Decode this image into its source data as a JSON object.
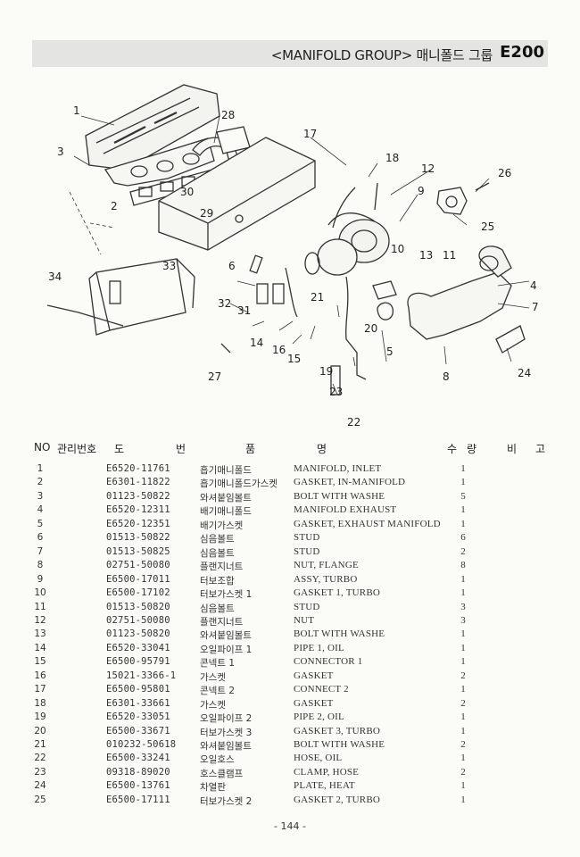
{
  "header": {
    "title": "<MANIFOLD GROUP> 매니폴드 그룹",
    "code": "E200"
  },
  "diagram": {
    "callouts": [
      "1",
      "2",
      "3",
      "4",
      "5",
      "6",
      "7",
      "8",
      "9",
      "10",
      "11",
      "12",
      "13",
      "14",
      "15",
      "16",
      "17",
      "18",
      "19",
      "20",
      "21",
      "22",
      "23",
      "24",
      "25",
      "26",
      "27",
      "28",
      "29",
      "30",
      "31",
      "32",
      "33",
      "34"
    ]
  },
  "table": {
    "headers": {
      "no": "NO",
      "mgmt": "관리번호",
      "do": "도",
      "beon": "번",
      "pum": "품",
      "myeong": "명",
      "su": "수",
      "ryang": "량",
      "bi": "비",
      "go": "고"
    },
    "rows": [
      {
        "no": "1",
        "part": "E6520-11761",
        "kor": "흡기매니폴드",
        "eng": "MANIFOLD, INLET",
        "qty": "1"
      },
      {
        "no": "2",
        "part": "E6301-11822",
        "kor": "흡기매니폴드가스켓",
        "eng": "GASKET, IN-MANIFOLD",
        "qty": "1"
      },
      {
        "no": "3",
        "part": "01123-50822",
        "kor": "와셔붙임볼트",
        "eng": "BOLT WITH WASHE",
        "qty": "5"
      },
      {
        "no": "4",
        "part": "E6520-12311",
        "kor": "배기매니폴드",
        "eng": "MANIFOLD EXHAUST",
        "qty": "1"
      },
      {
        "no": "5",
        "part": "E6520-12351",
        "kor": "배기가스켓",
        "eng": "GASKET, EXHAUST MANIFOLD",
        "qty": "1"
      },
      {
        "no": "6",
        "part": "01513-50822",
        "kor": "심음볼트",
        "eng": "STUD",
        "qty": "6"
      },
      {
        "no": "7",
        "part": "01513-50825",
        "kor": "심음볼트",
        "eng": "STUD",
        "qty": "2"
      },
      {
        "no": "8",
        "part": "02751-50080",
        "kor": "플랜지너트",
        "eng": "NUT, FLANGE",
        "qty": "8"
      },
      {
        "no": "9",
        "part": "E6500-17011",
        "kor": "터보조합",
        "eng": "ASSY, TURBO",
        "qty": "1"
      },
      {
        "no": "10",
        "part": "E6500-17102",
        "kor": "터보가스켓 1",
        "eng": "GASKET 1, TURBO",
        "qty": "1"
      },
      {
        "no": "11",
        "part": "01513-50820",
        "kor": "심음볼트",
        "eng": "STUD",
        "qty": "3"
      },
      {
        "no": "12",
        "part": "02751-50080",
        "kor": "플랜지너트",
        "eng": "NUT",
        "qty": "3"
      },
      {
        "no": "13",
        "part": "01123-50820",
        "kor": "와셔붙임볼트",
        "eng": "BOLT WITH WASHE",
        "qty": "1"
      },
      {
        "no": "14",
        "part": "E6520-33041",
        "kor": "오일파이프 1",
        "eng": "PIPE 1, OIL",
        "qty": "1"
      },
      {
        "no": "15",
        "part": "E6500-95791",
        "kor": "콘넥트 1",
        "eng": "CONNECTOR 1",
        "qty": "1"
      },
      {
        "no": "16",
        "part": "15021-3366-1",
        "kor": "가스켓",
        "eng": "GASKET",
        "qty": "2"
      },
      {
        "no": "17",
        "part": "E6500-95801",
        "kor": "콘넥트 2",
        "eng": "CONNECT 2",
        "qty": "1"
      },
      {
        "no": "18",
        "part": "E6301-33661",
        "kor": "가스켓",
        "eng": "GASKET",
        "qty": "2"
      },
      {
        "no": "19",
        "part": "E6520-33051",
        "kor": "오일파이프 2",
        "eng": "PIPE 2, OIL",
        "qty": "1"
      },
      {
        "no": "20",
        "part": "E6500-33671",
        "kor": "터보가스켓 3",
        "eng": "GASKET 3, TURBO",
        "qty": "1"
      },
      {
        "no": "21",
        "part": "010232-50618",
        "kor": "와셔붙임볼트",
        "eng": "BOLT WITH WASHE",
        "qty": "2"
      },
      {
        "no": "22",
        "part": "E6500-33241",
        "kor": "오일호스",
        "eng": "HOSE, OIL",
        "qty": "1"
      },
      {
        "no": "23",
        "part": "09318-89020",
        "kor": "호스클램프",
        "eng": "CLAMP, HOSE",
        "qty": "2"
      },
      {
        "no": "24",
        "part": "E6500-13761",
        "kor": "차열판",
        "eng": "PLATE, HEAT",
        "qty": "1"
      },
      {
        "no": "25",
        "part": "E6500-17111",
        "kor": "터보가스켓 2",
        "eng": "GASKET 2, TURBO",
        "qty": "1"
      }
    ]
  },
  "footer": {
    "page": "- 144 -"
  }
}
